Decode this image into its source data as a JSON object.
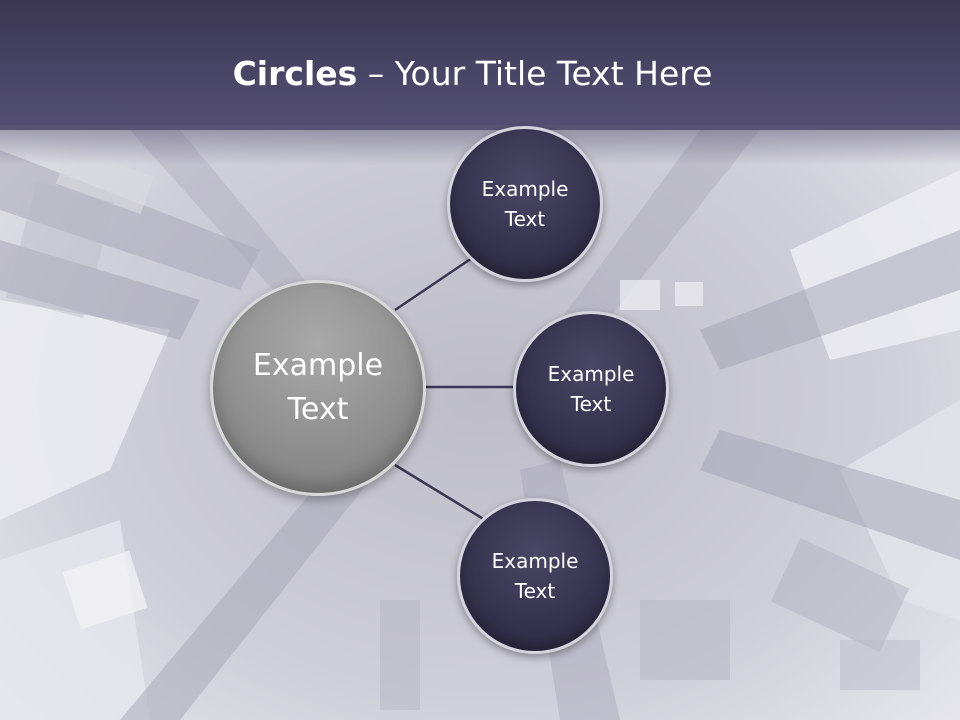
{
  "slide": {
    "title_bold": "Circles",
    "title_rest": " – Your Title Text Here"
  },
  "diagram": {
    "center": {
      "line1": "Example",
      "line2": "Text"
    },
    "nodes": [
      {
        "line1": "Example",
        "line2": "Text"
      },
      {
        "line1": "Example",
        "line2": "Text"
      },
      {
        "line1": "Example",
        "line2": "Text"
      }
    ]
  },
  "colors": {
    "title_bar": "#3a3653",
    "node_fill": "#33304b",
    "center_fill": "#8f8f8f",
    "connector": "#3a3653"
  }
}
